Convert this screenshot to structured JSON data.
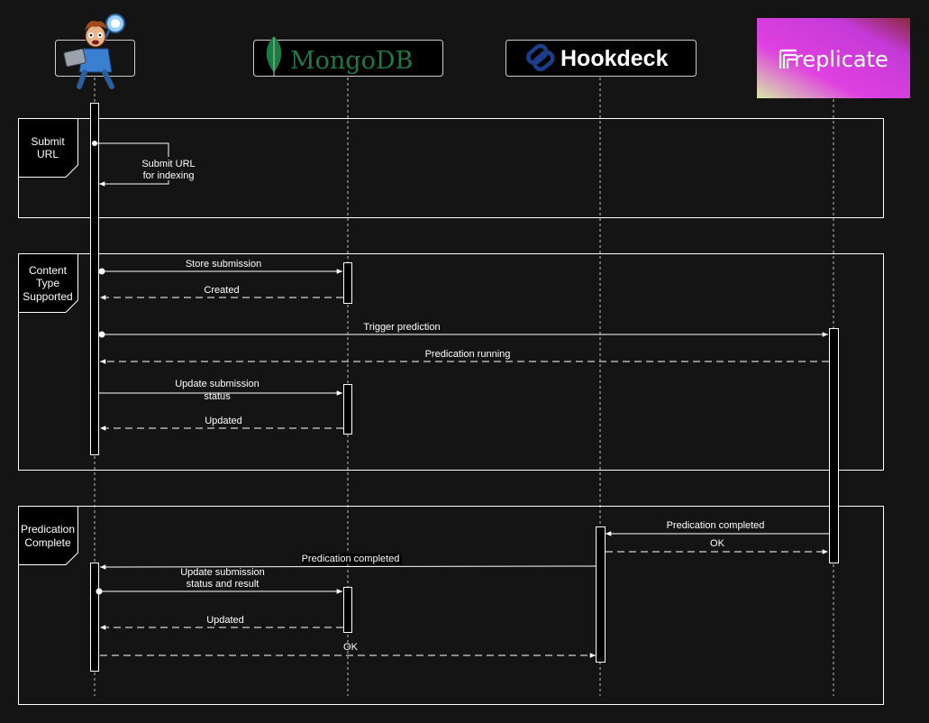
{
  "participants": {
    "user": {
      "icon": "developer-avatar-icon"
    },
    "mongodb": {
      "name": "MongoDB",
      "icon": "mongodb-leaf-icon",
      "color": "#1d7a44"
    },
    "hookdeck": {
      "name": "Hookdeck",
      "icon": "hookdeck-link-icon",
      "color": "#1b3d8a"
    },
    "replicate": {
      "name": "replicate",
      "icon": "replicate-logo-icon"
    }
  },
  "fragments": {
    "submit_url": {
      "label_line1": "Submit",
      "label_line2": "URL"
    },
    "content_type": {
      "label_line1": "Content",
      "label_line2": "Type",
      "label_line3": "Supported"
    },
    "prediction_complete": {
      "label_line1": "Predication",
      "label_line2": "Complete"
    }
  },
  "messages": {
    "submit_url_line1": "Submit URL",
    "submit_url_line2": "for indexing",
    "store_submission": "Store submission",
    "created": "Created",
    "trigger_prediction": "Trigger prediction",
    "prediction_running": "Predication running",
    "update_status_line1": "Update submission",
    "update_status_line2": "status",
    "updated_1": "Updated",
    "prediction_completed_webhook": "Predication completed",
    "ok_replicate": "OK",
    "prediction_completed_forward": "Predication completed",
    "update_result_line1": "Update submission",
    "update_result_line2": "status and result",
    "updated_2": "Updated",
    "ok_hookdeck": "OK"
  },
  "colors": {
    "background": "#141414",
    "line": "#ffffff",
    "panel": "#000000"
  }
}
